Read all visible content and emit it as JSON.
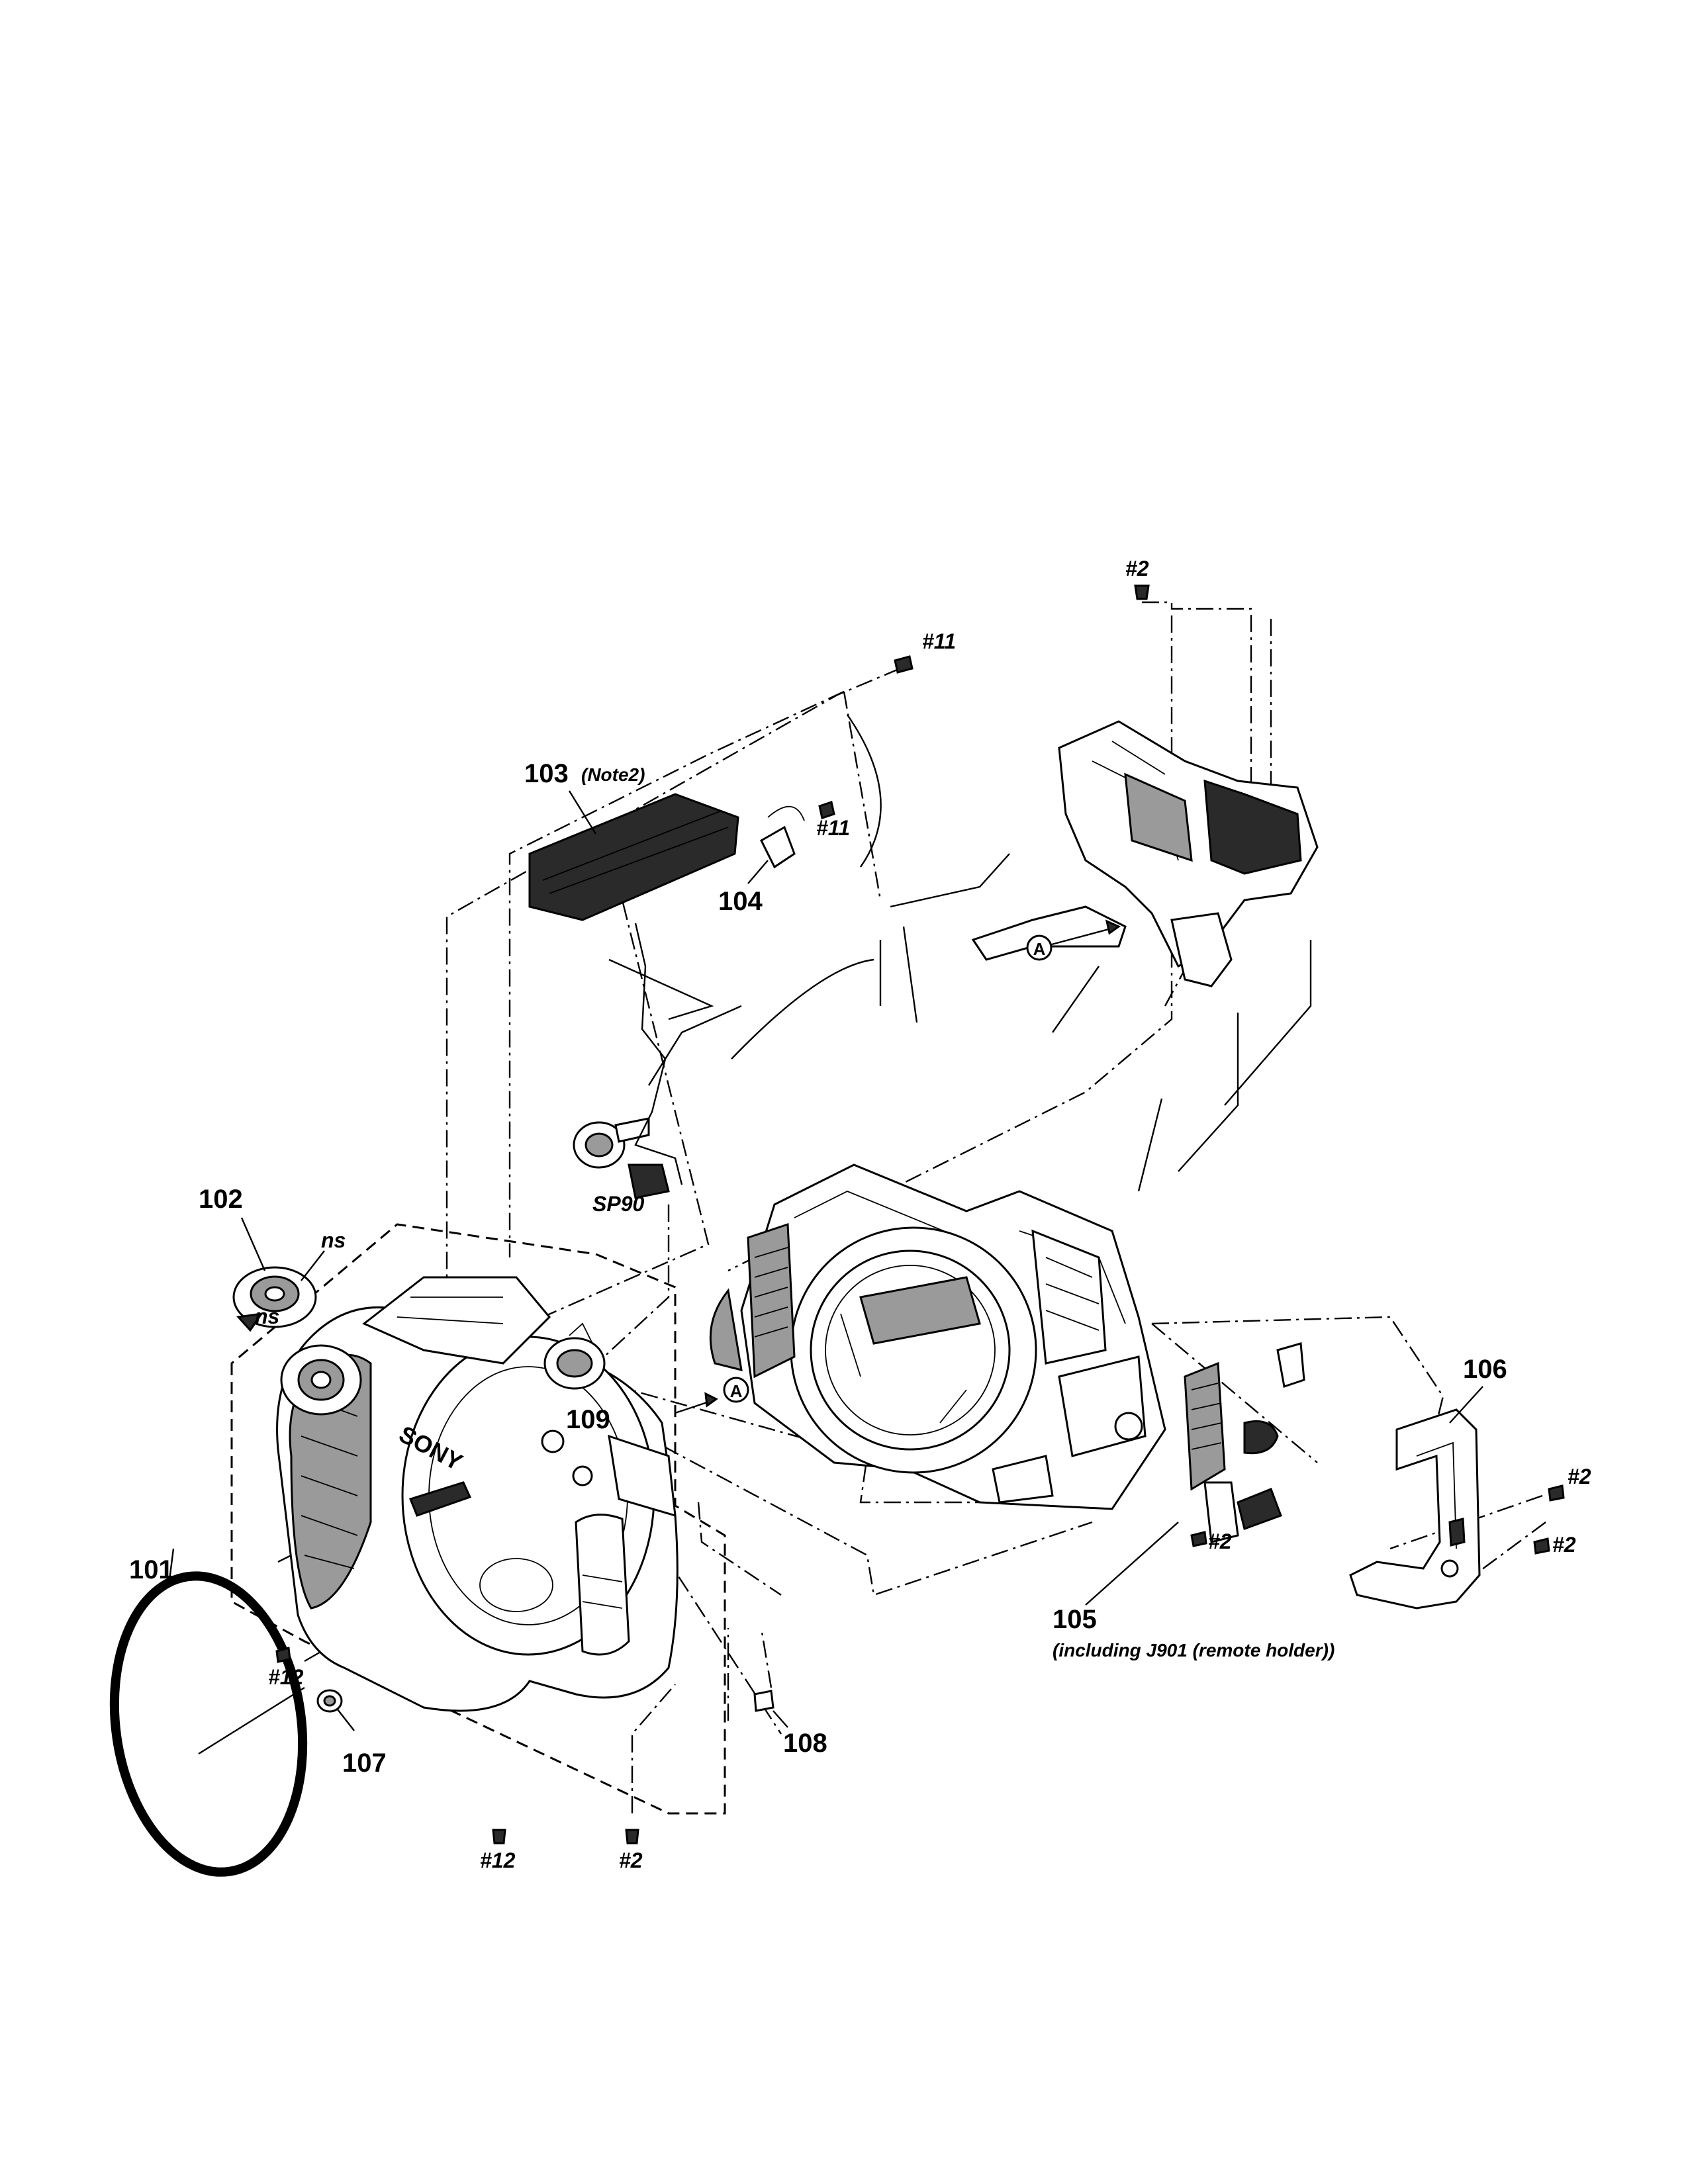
{
  "labels": {
    "p101": "101",
    "p102": "102",
    "p103": "103",
    "p103_note": "(Note2)",
    "p104": "104",
    "p105": "105",
    "p105_note": "(including J901 (remote holder))",
    "p106": "106",
    "p107": "107",
    "p108": "108",
    "p109": "109",
    "sp90": "SP90",
    "ns_top": "ns",
    "ns_grip": "ns",
    "ref_a": "A",
    "brand": "SONY"
  },
  "screws": {
    "s11": "#11",
    "s2": "#2",
    "s12": "#12"
  }
}
